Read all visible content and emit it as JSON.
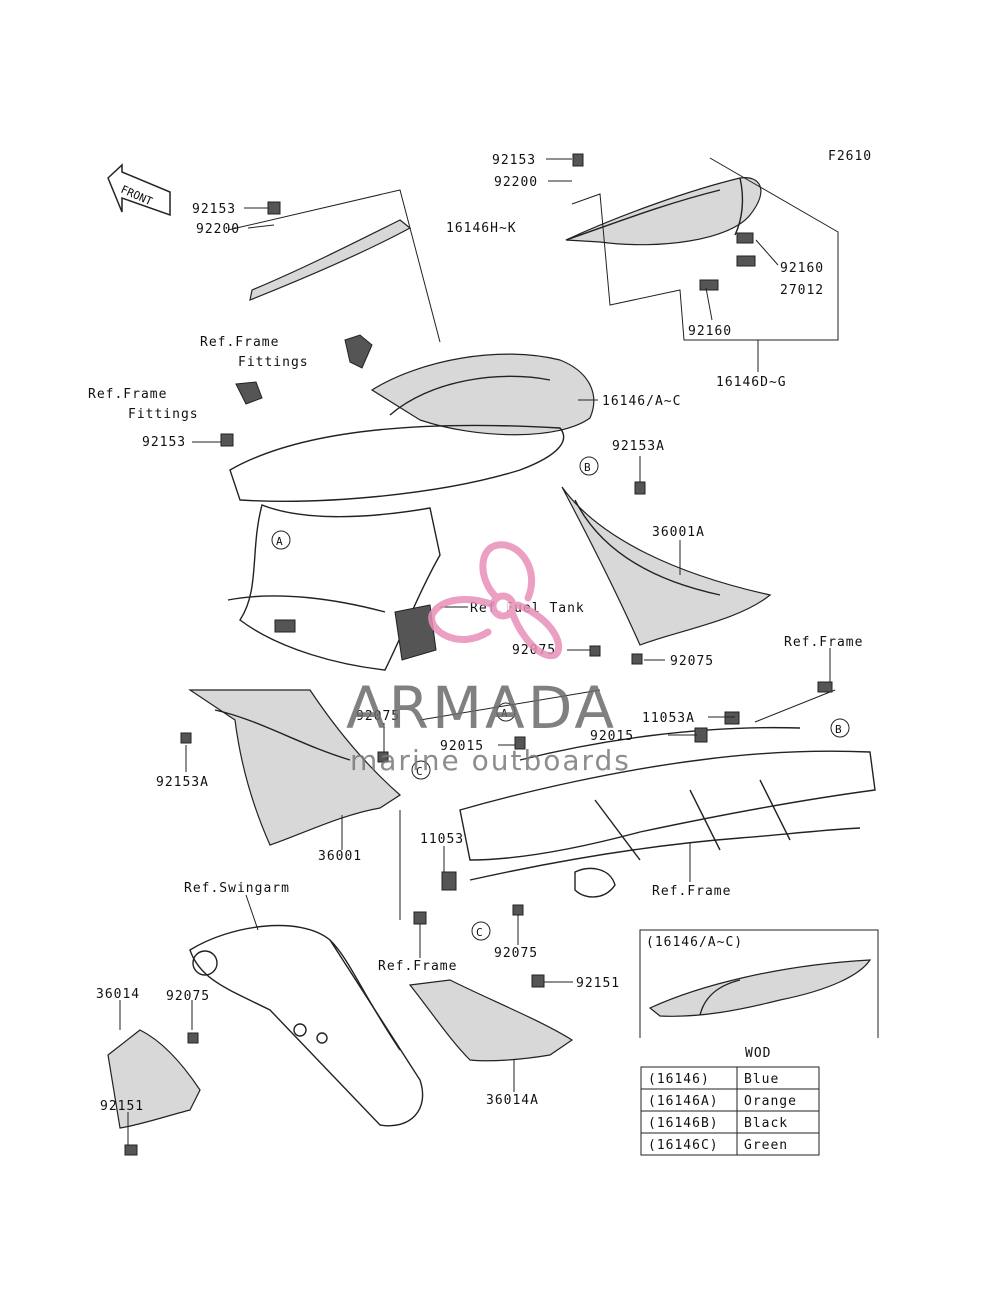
{
  "figure_code": "F2610",
  "front_label": "FRONT",
  "labels": {
    "l_92153_top": "92153",
    "l_92200_top": "92200",
    "l_92153_left": "92153",
    "l_92200_left": "92200",
    "l_16146HK": "16146H~K",
    "l_92160_r": "92160",
    "l_27012": "27012",
    "l_92160_b": "92160",
    "l_16146DG": "16146D~G",
    "l_ref_frame_fit1_a": "Ref.Frame",
    "l_ref_frame_fit1_b": "Fittings",
    "l_ref_frame_fit2_a": "Ref.Frame",
    "l_ref_frame_fit2_b": "Fittings",
    "l_92153_mid": "92153",
    "l_16146AC": "16146/A~C",
    "l_92153A_r": "92153A",
    "l_36001A": "36001A",
    "l_ref_fuel_tank": "Ref.Fuel Tank",
    "l_92075_a": "92075",
    "l_92075_b": "92075",
    "l_ref_frame_r": "Ref.Frame",
    "l_11053A": "11053A",
    "l_92015_r": "92015",
    "l_92015_l": "92015",
    "l_92075_c": "92075",
    "l_92153A_l": "92153A",
    "l_36001": "36001",
    "l_11053": "11053",
    "l_ref_frame_c": "Ref.Frame",
    "l_ref_swingarm": "Ref.Swingarm",
    "l_92075_d": "92075",
    "l_ref_frame_d": "Ref.Frame",
    "l_92151_r": "92151",
    "l_36014": "36014",
    "l_92075_e": "92075",
    "l_36014A": "36014A",
    "l_92151_l": "92151"
  },
  "callouts": {
    "A1": "A",
    "B1": "B",
    "A2": "A",
    "B2": "B",
    "C1": "C",
    "C2": "C"
  },
  "inset": {
    "title": "(16146/A~C)",
    "wod_header": "WOD",
    "rows": [
      {
        "code": "(16146)",
        "color": "Blue"
      },
      {
        "code": "(16146A)",
        "color": "Orange"
      },
      {
        "code": "(16146B)",
        "color": "Black"
      },
      {
        "code": "(16146C)",
        "color": "Green"
      }
    ]
  },
  "watermark": {
    "brand": "ARMADA",
    "tagline": "marine outboards",
    "accent_color": "#e88fb8",
    "text_color": "#6a6a6a"
  }
}
